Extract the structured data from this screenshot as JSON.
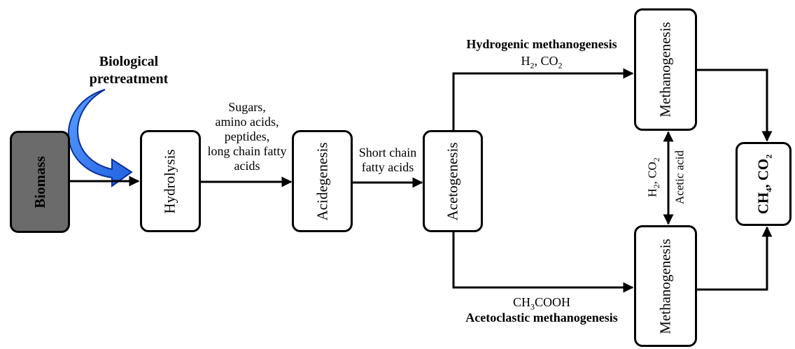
{
  "nodes": {
    "biomass": "Biomass",
    "hydrolysis": "Hydrolysis",
    "acidegenesis": "Acidegenesis",
    "acetogenesis": "Acetogenesis",
    "methanogenesis_top": "Methanogenesis",
    "methanogenesis_bottom": "Methanogenesis",
    "products": {
      "a": "CH",
      "a_sub": "4",
      "b": ", CO",
      "b_sub": "2"
    }
  },
  "labels": {
    "pretreatment_line1": "Biological",
    "pretreatment_line2": "pretreatment",
    "hydrolysis_products": [
      "Sugars,",
      "amino acids,",
      "peptides,",
      "long chain fatty",
      "acids"
    ],
    "short_chain": [
      "Short chain",
      "fatty acids"
    ],
    "hydrogenic_title": "Hydrogenic methanogenesis",
    "hydrogenic_gas": {
      "a": "H",
      "a_sub": "2",
      "b": ", CO",
      "b_sub": "2"
    },
    "acetoclastic_title": "Acetoclastic methanogenesis",
    "acetoclastic_compound": {
      "a": "CH",
      "a_sub": "3",
      "b": "COOH"
    },
    "vertical_h2co2": {
      "a": "H",
      "a_sub": "2",
      "b": ", CO",
      "b_sub": "2"
    },
    "vertical_acetic": "Acetic acid"
  },
  "colors": {
    "biomass_fill": "#6b6b6b",
    "pretreatment_arrow": "#1f5fe0",
    "pretreatment_arrow_light": "#5aa0ff",
    "line": "#000000"
  },
  "icons": {
    "pretreatment_arrow": "curved-arrow-icon"
  }
}
